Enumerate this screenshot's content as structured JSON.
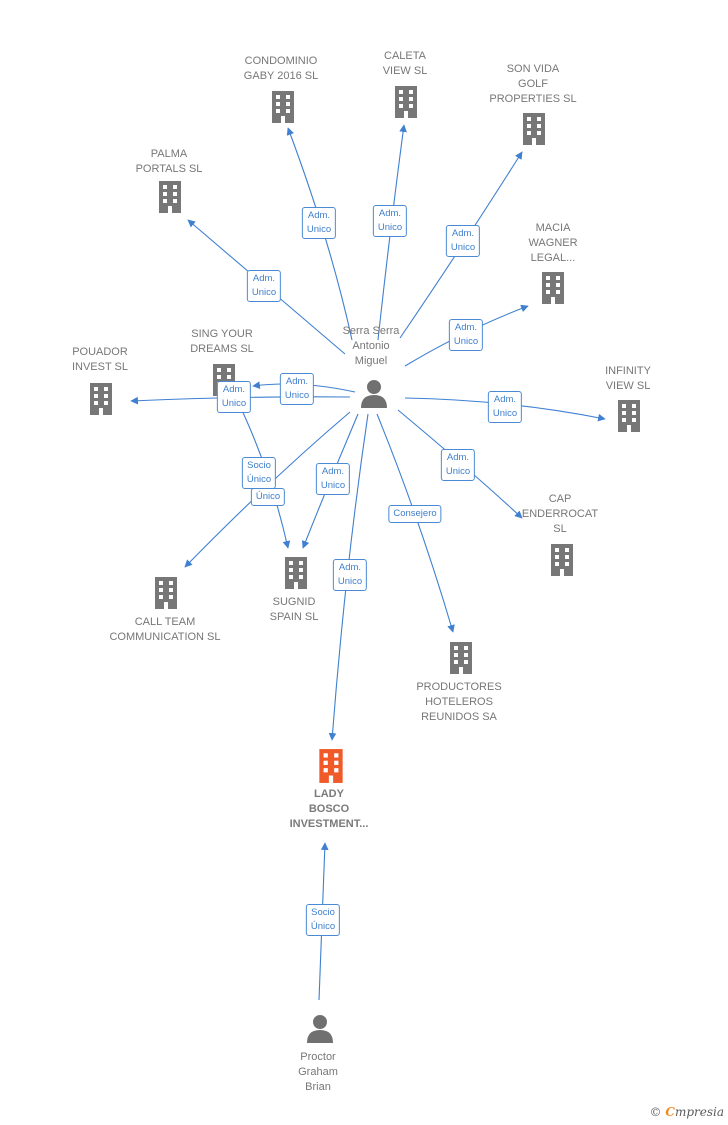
{
  "companies": [
    {
      "id": "condominio",
      "label": "CONDOMINIO\nGABY 2016  SL"
    },
    {
      "id": "caleta",
      "label": "CALETA\nVIEW SL"
    },
    {
      "id": "sonvida",
      "label": "SON VIDA\nGOLF\nPROPERTIES SL"
    },
    {
      "id": "palma",
      "label": "PALMA\nPORTALS SL"
    },
    {
      "id": "macia",
      "label": "MACIA\nWAGNER\nLEGAL..."
    },
    {
      "id": "singyour",
      "label": "SING YOUR\nDREAMS  SL"
    },
    {
      "id": "pouador",
      "label": "POUADOR\nINVEST  SL"
    },
    {
      "id": "infinity",
      "label": "INFINITY\nVIEW SL"
    },
    {
      "id": "cap",
      "label": "CAP\nENDERROCAT\nSL"
    },
    {
      "id": "callteam",
      "label": "CALL TEAM\nCOMMUNICATION SL"
    },
    {
      "id": "sugnid",
      "label": "SUGNID\nSPAIN  SL"
    },
    {
      "id": "productores",
      "label": "PRODUCTORES\nHOTELEROS\nREUNIDOS SA"
    },
    {
      "id": "ladybosco",
      "label": "LADY\nBOSCO\nINVESTMENT..."
    }
  ],
  "persons": [
    {
      "id": "serra",
      "label": "Serra Serra\nAntonio\nMiguel"
    },
    {
      "id": "proctor",
      "label": "Proctor\nGraham\nBrian"
    }
  ],
  "relations": [
    {
      "id": "r-condominio",
      "label": "Adm.\nUnico"
    },
    {
      "id": "r-caleta",
      "label": "Adm.\nUnico"
    },
    {
      "id": "r-sonvida",
      "label": "Adm.\nUnico"
    },
    {
      "id": "r-palma",
      "label": "Adm.\nUnico"
    },
    {
      "id": "r-macia",
      "label": "Adm.\nUnico"
    },
    {
      "id": "r-singyour",
      "label": "Adm.\nUnico"
    },
    {
      "id": "r-pouador",
      "label": "Adm.\nUnico"
    },
    {
      "id": "r-infinity",
      "label": "Adm.\nUnico"
    },
    {
      "id": "r-cap",
      "label": "Adm.\nUnico"
    },
    {
      "id": "r-callteam-b",
      "label": "Único"
    },
    {
      "id": "r-callteam",
      "label": "Socio\nÚnico"
    },
    {
      "id": "r-sugnid",
      "label": "Adm.\nUnico"
    },
    {
      "id": "r-productores",
      "label": "Consejero"
    },
    {
      "id": "r-ladybosco",
      "label": "Adm.\nUnico"
    },
    {
      "id": "r-proctor",
      "label": "Socio\nÚnico"
    }
  ],
  "colors": {
    "edge": "#3f80d0",
    "company_icon": "#777777",
    "highlight_icon": "#f05a28",
    "person_icon": "#707070"
  },
  "footer": {
    "copyright": "©",
    "brand_initial": "C",
    "brand_rest": "mpresia"
  }
}
